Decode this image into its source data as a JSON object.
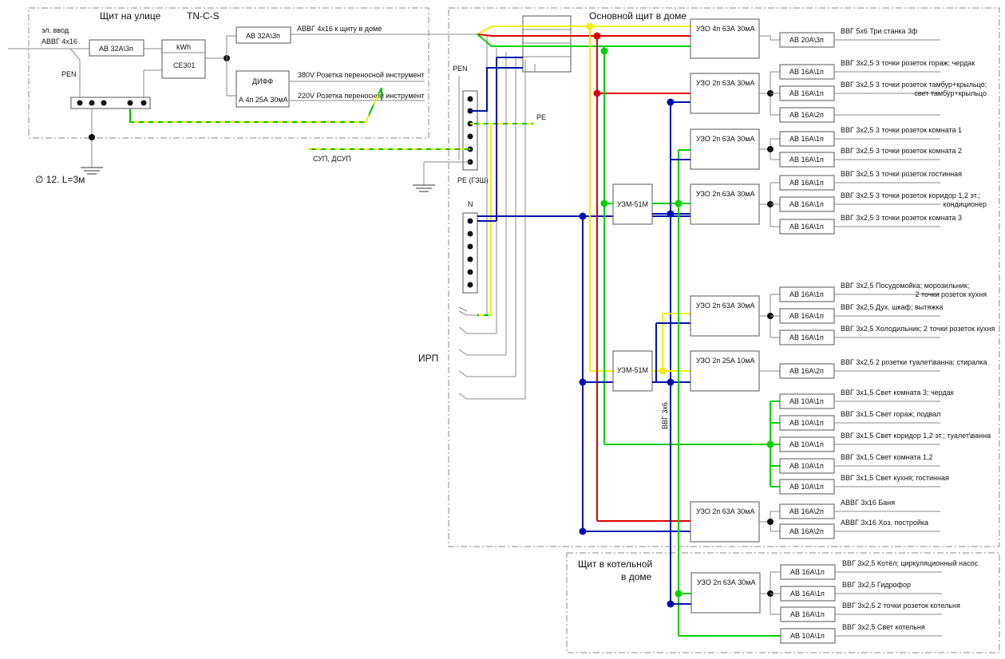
{
  "colors": {
    "red": "#e00000",
    "blue": "#0010b0",
    "green": "#00d000",
    "yellow": "#f2f000",
    "gray": "#888888"
  },
  "outdoor": {
    "title": "Щит на улице",
    "system": "TN-C-S",
    "input_label": "эл. ввод",
    "input_cable": "АВВГ 4х16",
    "pen": "PEN",
    "main_breaker": "АВ 32А\\3п",
    "meter_kwh": "kWh",
    "meter_model": "СЕ301",
    "breaker_to_house": "АВ 32А\\3п",
    "cable_to_house": "АВВГ 4х16 к щиту в доме",
    "diff_title": "ДИФФ",
    "diff_rating": "А 4п 25А 30мА",
    "socket_380": "380V Розетка переносной инструмент",
    "socket_220": "220V Розетка переносной инструмент",
    "ground_rod": "∅ 12. L=3м"
  },
  "main": {
    "title": "Основной щит в доме",
    "pen": "PEN",
    "pe": "PE",
    "pe_gzsh": "PE (ГЗШ)",
    "n": "N",
    "sup": "СУП, ДСУП",
    "irp": "ИРП",
    "cable_vvg3x6": "ВВГ 3х6",
    "uzm1": "УЗМ-51М",
    "uzm2": "УЗМ-51М",
    "rcd1": "УЗО 4п 63А 30мА",
    "rcd2": "УЗО 2п 63А 30мА",
    "rcd3": "УЗО 2п 63А 30мА",
    "rcd4": "УЗО 2п 63А 30мА",
    "rcd5": "УЗО 2п 63А 30мА",
    "rcd6": "УЗО 2п 25А 10мА",
    "rcd7": "УЗО 2п 63А 30мА",
    "circuits": [
      {
        "breaker": "АВ 20А\\3п",
        "label": "ВВГ 5х6 Три станка 3ф"
      },
      {
        "breaker": "АВ 16А\\1п",
        "label": "ВВГ 3х2,5 3 точки розеток гораж; чердак"
      },
      {
        "breaker": "АВ 16А\\1п",
        "label": "ВВГ 3х2,5 3 точки розеток тамбур+крыльцо;",
        "label2": "свет тамбур+крыльцо"
      },
      {
        "breaker": "АВ 16А\\2п"
      },
      {
        "breaker": "АВ 16А\\1п",
        "label": "ВВГ 3х2,5 3 точки розеток комната 1"
      },
      {
        "breaker": "АВ 16А\\1п",
        "label": "ВВГ 3х2,5 3 точки розеток комната 2"
      },
      {
        "breaker": "АВ 16А\\1п",
        "label": "ВВГ 3х2,5 3 точки розеток гостинная"
      },
      {
        "breaker": "АВ 16А\\1п",
        "label": "ВВГ 3х2,5 3 точки розеток коридор 1,2 эт.;",
        "label2": "кондиционер"
      },
      {
        "breaker": "АВ 16А\\1п",
        "label": "ВВГ 3х2,5 3 точки розеток комната 3"
      },
      {
        "breaker": "АВ 16А\\1п",
        "label": "ВВГ 3х2,5 Посудомойка; морозильник;",
        "label2": "2 точки розеток кухня"
      },
      {
        "breaker": "АВ 16А\\1п",
        "label": "ВВГ 3х2,5 Дух. шкаф; вытяжка"
      },
      {
        "breaker": "АВ 16А\\1п",
        "label": "ВВГ 3х2,5 Холодильник; 2 точки розеток кухня"
      },
      {
        "breaker": "АВ 16А\\2п",
        "label": "ВВГ 3х2,5 2 розетки туалет\\ванна; стиралка"
      },
      {
        "breaker": "АВ 10А\\1п",
        "label": "ВВГ 3х1,5 Свет комната 3; чердак"
      },
      {
        "breaker": "АВ 10А\\1п",
        "label": "ВВГ 3х1,5 Свет гораж; подвал"
      },
      {
        "breaker": "АВ 10А\\1п",
        "label": "ВВГ 3х1,5 Свет коридор 1,2 эт.; туалет\\ванна"
      },
      {
        "breaker": "АВ 10А\\1п",
        "label": "ВВГ 3х1,5 Свет комната 1,2"
      },
      {
        "breaker": "АВ 10А\\1п",
        "label": "ВВГ 3х1,5 Свет кухня; гостинная"
      },
      {
        "breaker": "АВ 16А\\2п",
        "label": "АВВГ 3х16 Баня"
      },
      {
        "breaker": "АВ 16А\\2п",
        "label": "АВВГ 3х16 Хоз. постройка"
      }
    ]
  },
  "boiler": {
    "title1": "Щит в котельной",
    "title2": "в доме",
    "rcd": "УЗО 2п 63А 30мА",
    "circuits": [
      {
        "breaker": "АВ 16А\\1п",
        "label": "ВВГ 3х2,5 Котёл; циркуляционный насос"
      },
      {
        "breaker": "АВ 16А\\1п",
        "label": "ВВГ 3х2,5 Гидрофор"
      },
      {
        "breaker": "АВ 16А\\1п",
        "label": "ВВГ 3х2,5 2 точки розеток котельня"
      },
      {
        "breaker": "АВ 10А\\1п",
        "label": "ВВГ 3х2,5 Свет котельня"
      }
    ]
  }
}
